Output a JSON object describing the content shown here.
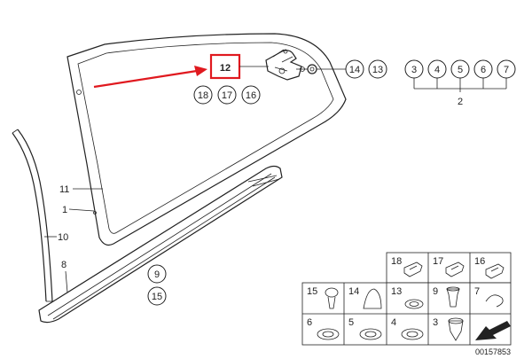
{
  "callouts": {
    "highlighted": "12",
    "c18": "18",
    "c17": "17",
    "c16": "16",
    "c14": "14",
    "c13": "13",
    "c3": "3",
    "c4": "4",
    "c5": "5",
    "c6": "6",
    "c7": "7",
    "group2": "2",
    "c11": "11",
    "c1": "1",
    "c10": "10",
    "c8": "8",
    "c9": "9",
    "c15": "15"
  },
  "legend": {
    "row1": [
      "18",
      "17",
      "16"
    ],
    "row2": [
      "15",
      "14",
      "13",
      "9",
      "7"
    ],
    "row3": [
      "6",
      "5",
      "4",
      "3"
    ]
  },
  "doc_number": "00157853",
  "colors": {
    "highlight": "#e0191f",
    "line": "#222222"
  }
}
